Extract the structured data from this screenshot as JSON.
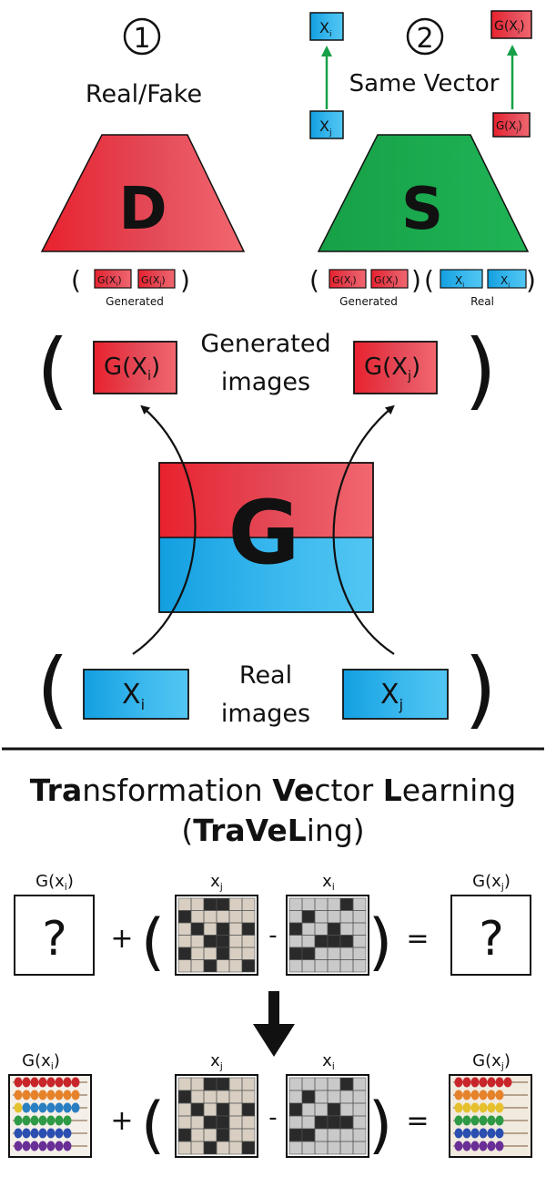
{
  "discriminator_panel": {
    "step_number": "1",
    "output_label": "Real/Fake",
    "network_letter": "D",
    "chip_label": "G(X",
    "chip_i": "i",
    "chip_j": "j",
    "input_group_label": "Generated"
  },
  "siamese_panel": {
    "step_number": "2",
    "output_label": "Same Vector",
    "network_letter": "S",
    "top_left_chip": "X",
    "top_left_sub": "i",
    "bottom_left_chip": "X",
    "bottom_left_sub": "j",
    "top_right_chip": "G(X",
    "top_right_sub": "i",
    "bottom_right_chip": "G(X",
    "bottom_right_sub": "j",
    "generated_group_label": "Generated",
    "real_group_label": "Real"
  },
  "generator_section": {
    "generated_label_line1": "Generated",
    "generated_label_line2": "images",
    "generated_i": "G(X",
    "generated_i_sub": "i",
    "generated_j": "G(X",
    "generated_j_sub": "j",
    "network_letter": "G",
    "real_label_line1": "Real",
    "real_label_line2": "images",
    "real_i": "X",
    "real_i_sub": "i",
    "real_j": "X",
    "real_j_sub": "j"
  },
  "traveling": {
    "title_parts": [
      {
        "text": "Tra",
        "bold": true
      },
      {
        "text": "nsformation ",
        "bold": false
      },
      {
        "text": "Ve",
        "bold": true
      },
      {
        "text": "ctor ",
        "bold": false
      },
      {
        "text": "L",
        "bold": true
      },
      {
        "text": "earning",
        "bold": false
      }
    ],
    "subtitle_parts": [
      {
        "text": "(",
        "bold": false
      },
      {
        "text": "TraVeL",
        "bold": true
      },
      {
        "text": "ing)",
        "bold": false
      }
    ],
    "unknown_left_label": "G(x",
    "unknown_left_sub": "i",
    "unknown_right_label": "G(x",
    "unknown_right_sub": "j",
    "question": "?",
    "xj_label": "x",
    "xj_sub": "j",
    "xi_label": "x",
    "xi_sub": "i",
    "plus": "+",
    "minus": "-",
    "equals": "=",
    "open_paren": "(",
    "close_paren": ")"
  },
  "colors": {
    "red_dark": "#e8222e",
    "red_light": "#f2676f",
    "blue_dark": "#14a8e6",
    "blue_light": "#52c6f2",
    "green": "#1a9e4a",
    "arrow_green": "#17a047"
  }
}
